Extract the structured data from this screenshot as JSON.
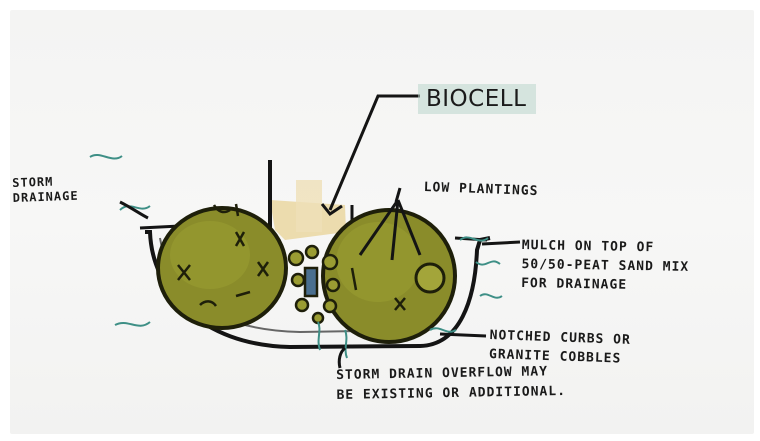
{
  "title": "BIOCELL",
  "annotations": {
    "storm_drainage": [
      "STORM",
      "DRAINAGE"
    ],
    "low_plantings": "LOW PLANTINGS",
    "mulch": [
      "MULCH ON TOP OF",
      "50/50-PEAT SAND MIX",
      "FOR DRAINAGE"
    ],
    "curb": [
      "NOTCHED CURBS OR",
      "GRANITE COBBLES"
    ],
    "overflow": [
      "STORM DRAIN OVERFLOW MAY",
      "BE EXISTING OR ADDITIONAL."
    ]
  },
  "colors": {
    "planting": "#8a8c2a",
    "planting_dark": "#5c5f19",
    "ink": "#141414",
    "water_teal": "#3e8f86",
    "soil": "#e8d7a8",
    "label_highlight": "#b9d6cc"
  }
}
